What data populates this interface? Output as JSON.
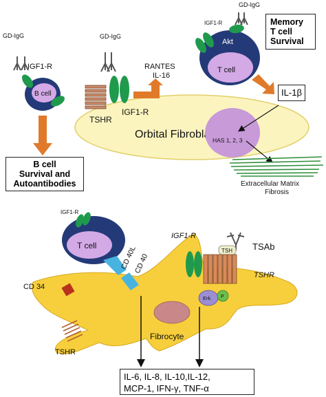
{
  "labels": {
    "gd_igg_bcell": "GD-IgG",
    "igf1r_bcell": "IGF1-R",
    "bcell": "B cell",
    "gd_igg_center": "GD-IgG",
    "tshr_top": "TSHR",
    "igf1r_center": "IGF1-R",
    "rantes": "RANTES",
    "il16": "IL-16",
    "orbital_fibroblast": "Orbital Fibroblast",
    "has": "HAS 1, 2, 3",
    "gd_igg_tcell": "GD-IgG",
    "igf1r_tcell": "IGF1-R",
    "akt": "Akt",
    "tcell_top": "T cell",
    "il1b": "IL-1β",
    "ecm_line1": "Extracellular Matrix",
    "ecm_line2": "Fibrosis",
    "igf1r_lower_tcell": "IGF1-R",
    "tcell_lower": "T cell",
    "cd40l": "CD 40L",
    "cd40": "CD 40",
    "igf1r_fibrocyte": "IGF1-R",
    "tsab": "TSAb",
    "tsh": "TSH",
    "tshr_fibrocyte": "TSHR",
    "erk": "Erk",
    "p": "P",
    "cd34": "CD 34",
    "tshr_lower": "TSHR",
    "fibrocyte": "Fibrocyte"
  },
  "boxes": {
    "bcell_outcome": [
      "B cell",
      "Survival and",
      "Autoantibodies"
    ],
    "tcell_outcome": [
      "Memory",
      "T cell",
      "Survival"
    ],
    "il1b_box": "IL-1β",
    "cytokines": [
      "IL-6, IL-8, IL-10,IL-12,",
      "MCP-1, IFN-γ, TNF-α"
    ]
  },
  "colors": {
    "navy_cell": "#243a78",
    "lilac_nucleus": "#d3a9e6",
    "green_receptor": "#1f9a4d",
    "orange_arrow": "#e07a2a",
    "fibroblast_fill": "#fbf4bf",
    "fibrocyte_fill": "#f7cf3c",
    "cd34_red": "#b8321c",
    "tshr_orange": "#d88a58",
    "cd40_blue": "#49b3df",
    "ecm_green": "#2f8f3a"
  }
}
